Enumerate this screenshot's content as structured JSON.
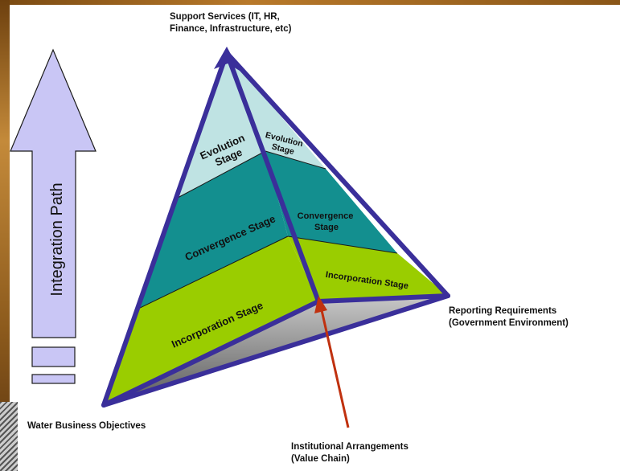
{
  "labels": {
    "apex": "Support Services (IT, HR,\nFinance, Infrastructure, etc)",
    "left_corner": "Water Business Objectives",
    "right_corner": "Reporting Requirements\n(Government Environment)",
    "bottom_corner": "Institutional Arrangements\n(Value Chain)"
  },
  "arrow": {
    "label": "Integration Path"
  },
  "left_face": {
    "evolution": "Evolution\nStage",
    "convergence": "Convergence Stage",
    "incorporation": "Incorporation Stage"
  },
  "right_face": {
    "evolution": "Evolution\nStage",
    "convergence": "Convergence\nStage",
    "incorporation": "Incorporation Stage"
  },
  "colors": {
    "evolution": "#bfe3e3",
    "convergence": "#138f8f",
    "incorporation": "#9acd00",
    "base": "#7a7a7a",
    "edge": "#3a2f9a",
    "arrow_fill": "#c9c6f5",
    "pointer": "#c0310f"
  }
}
